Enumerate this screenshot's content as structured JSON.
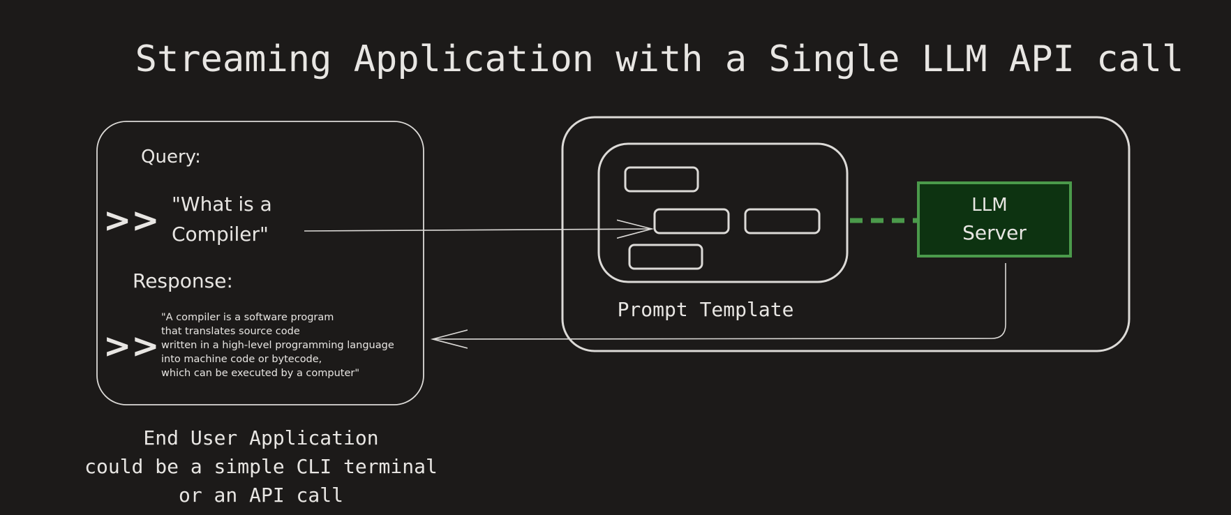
{
  "title": "Streaming Application with a Single LLM API call",
  "end_user_app": {
    "query_label": "Query:",
    "query_lines": [
      "\"What is a",
      "Compiler\""
    ],
    "response_label": "Response:",
    "response_lines": [
      "\"A compiler is a software program",
      "that translates source code",
      "written in a high-level programming language",
      "into machine code or bytecode,",
      "which can be executed by a computer\""
    ],
    "prompt_symbol": ">>",
    "caption_lines": [
      "End User Application",
      "could be a simple CLI terminal",
      "or an API call"
    ]
  },
  "prompt_template": {
    "label": "Prompt Template"
  },
  "llm_server": {
    "lines": [
      "LLM",
      "Server"
    ]
  },
  "colors": {
    "background": "#1c1a19",
    "llm_fill": "#0d3311",
    "llm_stroke": "#4b9a4b",
    "line": "#dcdad7"
  }
}
